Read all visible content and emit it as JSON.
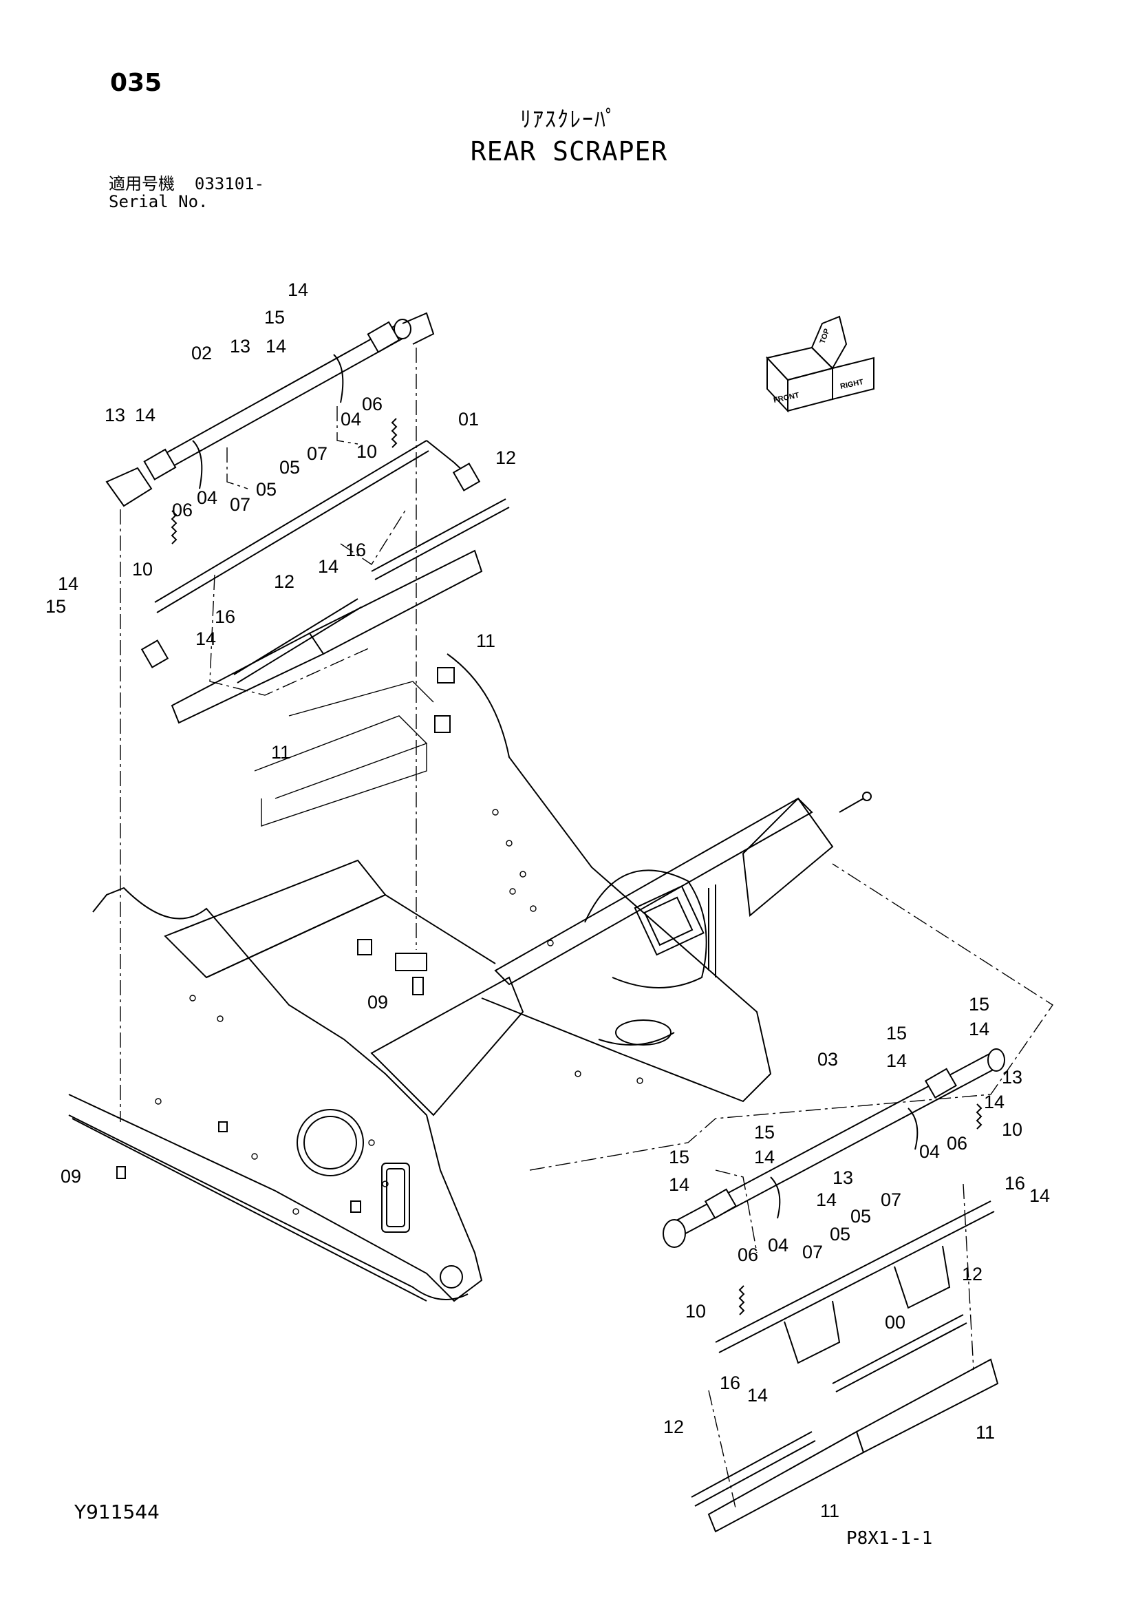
{
  "page_number": "035",
  "title_jp": "ﾘｱｽｸﾚｰﾊﾟ",
  "title_en": "REAR SCRAPER",
  "serial": {
    "label_jp": "適用号機",
    "value": "033101-",
    "label_en": "Serial No."
  },
  "orientation_badge": {
    "top": "TOP",
    "front": "FRONT",
    "right": "RIGHT"
  },
  "part_callouts": [
    "14",
    "15",
    "13",
    "14",
    "02",
    "06",
    "04",
    "13",
    "14",
    "01",
    "05",
    "07",
    "10",
    "12",
    "06",
    "04",
    "07",
    "05",
    "16",
    "14",
    "10",
    "14",
    "15",
    "12",
    "16",
    "14",
    "11",
    "11",
    "09",
    "09",
    "15",
    "15",
    "14",
    "03",
    "14",
    "13",
    "14",
    "10",
    "04",
    "06",
    "15",
    "15",
    "14",
    "13",
    "14",
    "14",
    "05",
    "07",
    "16",
    "14",
    "06",
    "04",
    "07",
    "05",
    "10",
    "12",
    "00",
    "16",
    "14",
    "12",
    "11",
    "11"
  ],
  "doc_code": "Y911544",
  "page_ref": "P8X1-1-1",
  "colors": {
    "ink": "#000000",
    "paper": "#ffffff"
  }
}
